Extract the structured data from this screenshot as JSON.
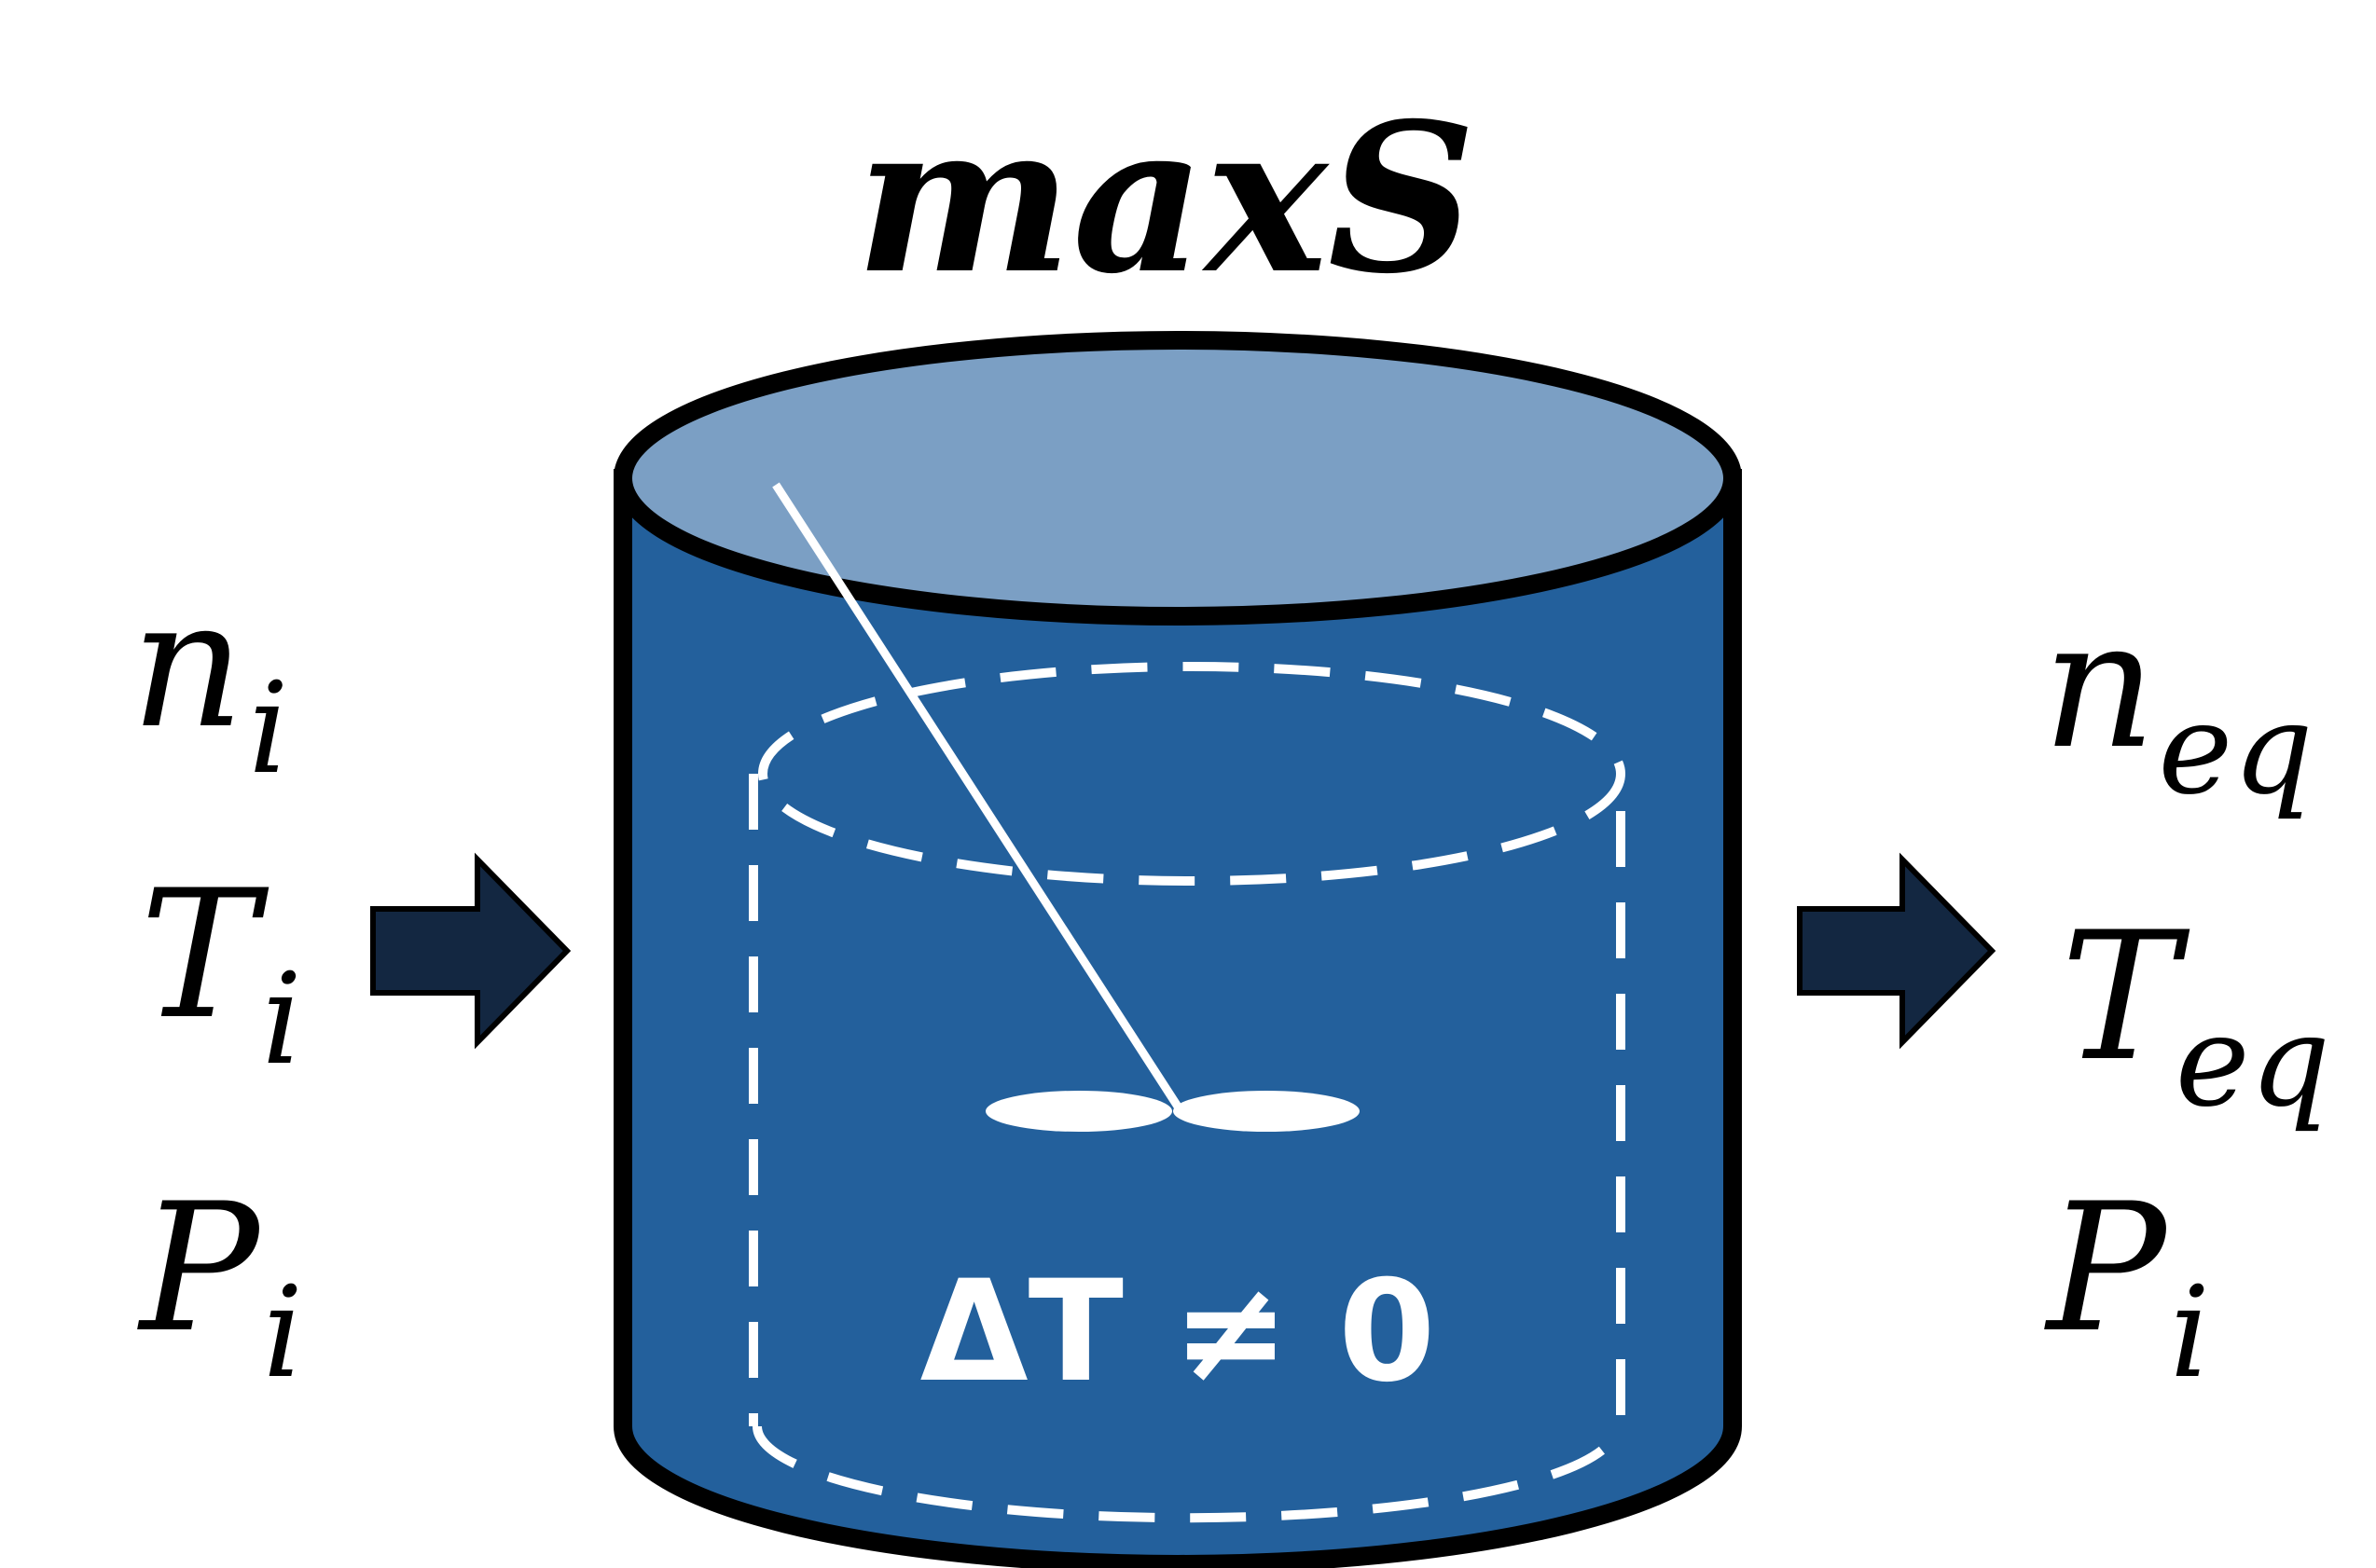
{
  "title": {
    "base": "maxS"
  },
  "inputs": [
    {
      "sym": "n",
      "sub": "i"
    },
    {
      "sym": "T",
      "sub": "i"
    },
    {
      "sym": "P",
      "sub": "i"
    }
  ],
  "outputs": [
    {
      "sym": "n",
      "sub": "eq"
    },
    {
      "sym": "T",
      "sub": "eq"
    },
    {
      "sym": "P",
      "sub": "i"
    }
  ],
  "condition": "ΔT ≠ 0",
  "colors": {
    "tank_body": "#23609C",
    "tank_top": "#7B9FC4",
    "arrow_fill": "#132741",
    "outline": "#000000",
    "dashed": "#ffffff"
  }
}
